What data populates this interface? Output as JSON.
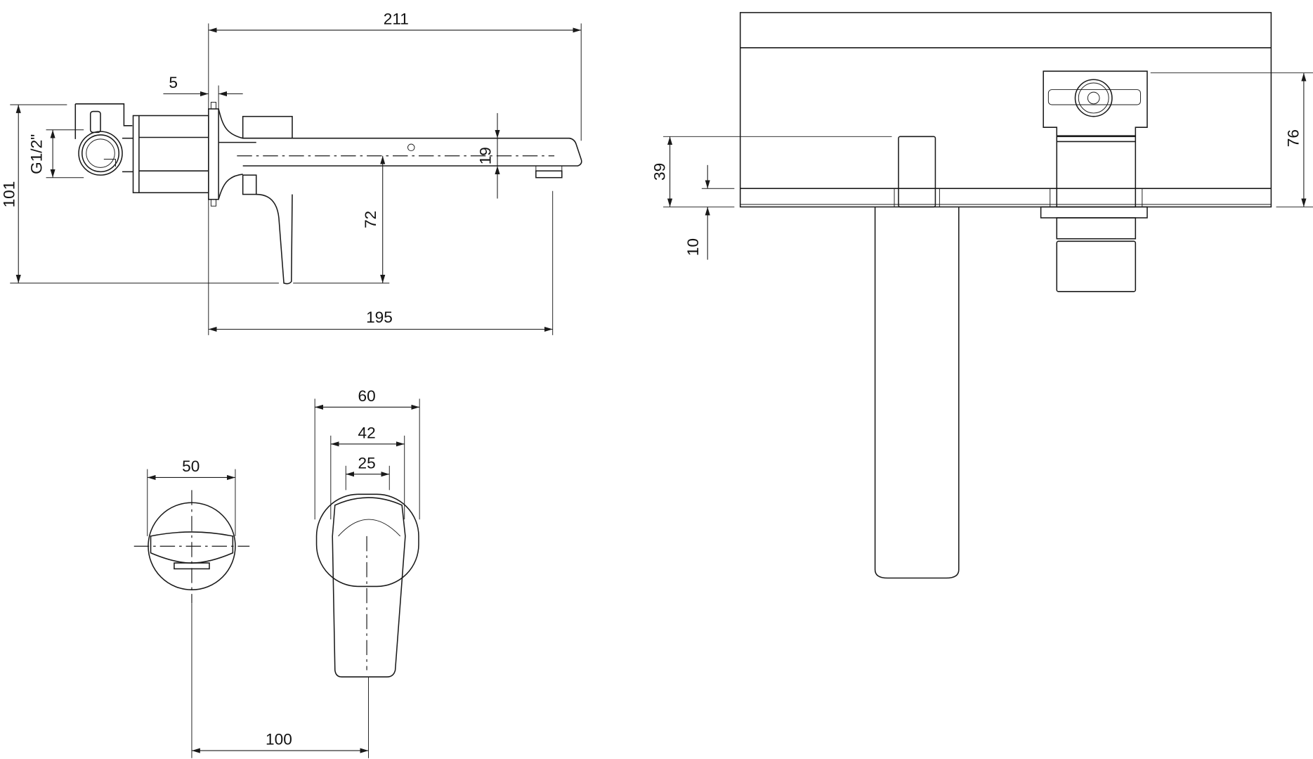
{
  "drawing": {
    "side_view": {
      "dim_overall_length": "211",
      "dim_plate_thickness": "5",
      "dim_total_height": "101",
      "dim_thread": "G1/2\"",
      "dim_spout_height": "19",
      "dim_lever_to_spout": "72",
      "dim_spout_projection": "195"
    },
    "front_views": {
      "dim_spout_outlet_width": "50",
      "dim_plate_width": "60",
      "dim_lever_base_width": "42",
      "dim_lever_width": "25",
      "dim_center_distance": "100"
    },
    "top_view": {
      "dim_lever_height": "39",
      "dim_plate_depth": "10",
      "dim_body_depth": "76"
    }
  }
}
